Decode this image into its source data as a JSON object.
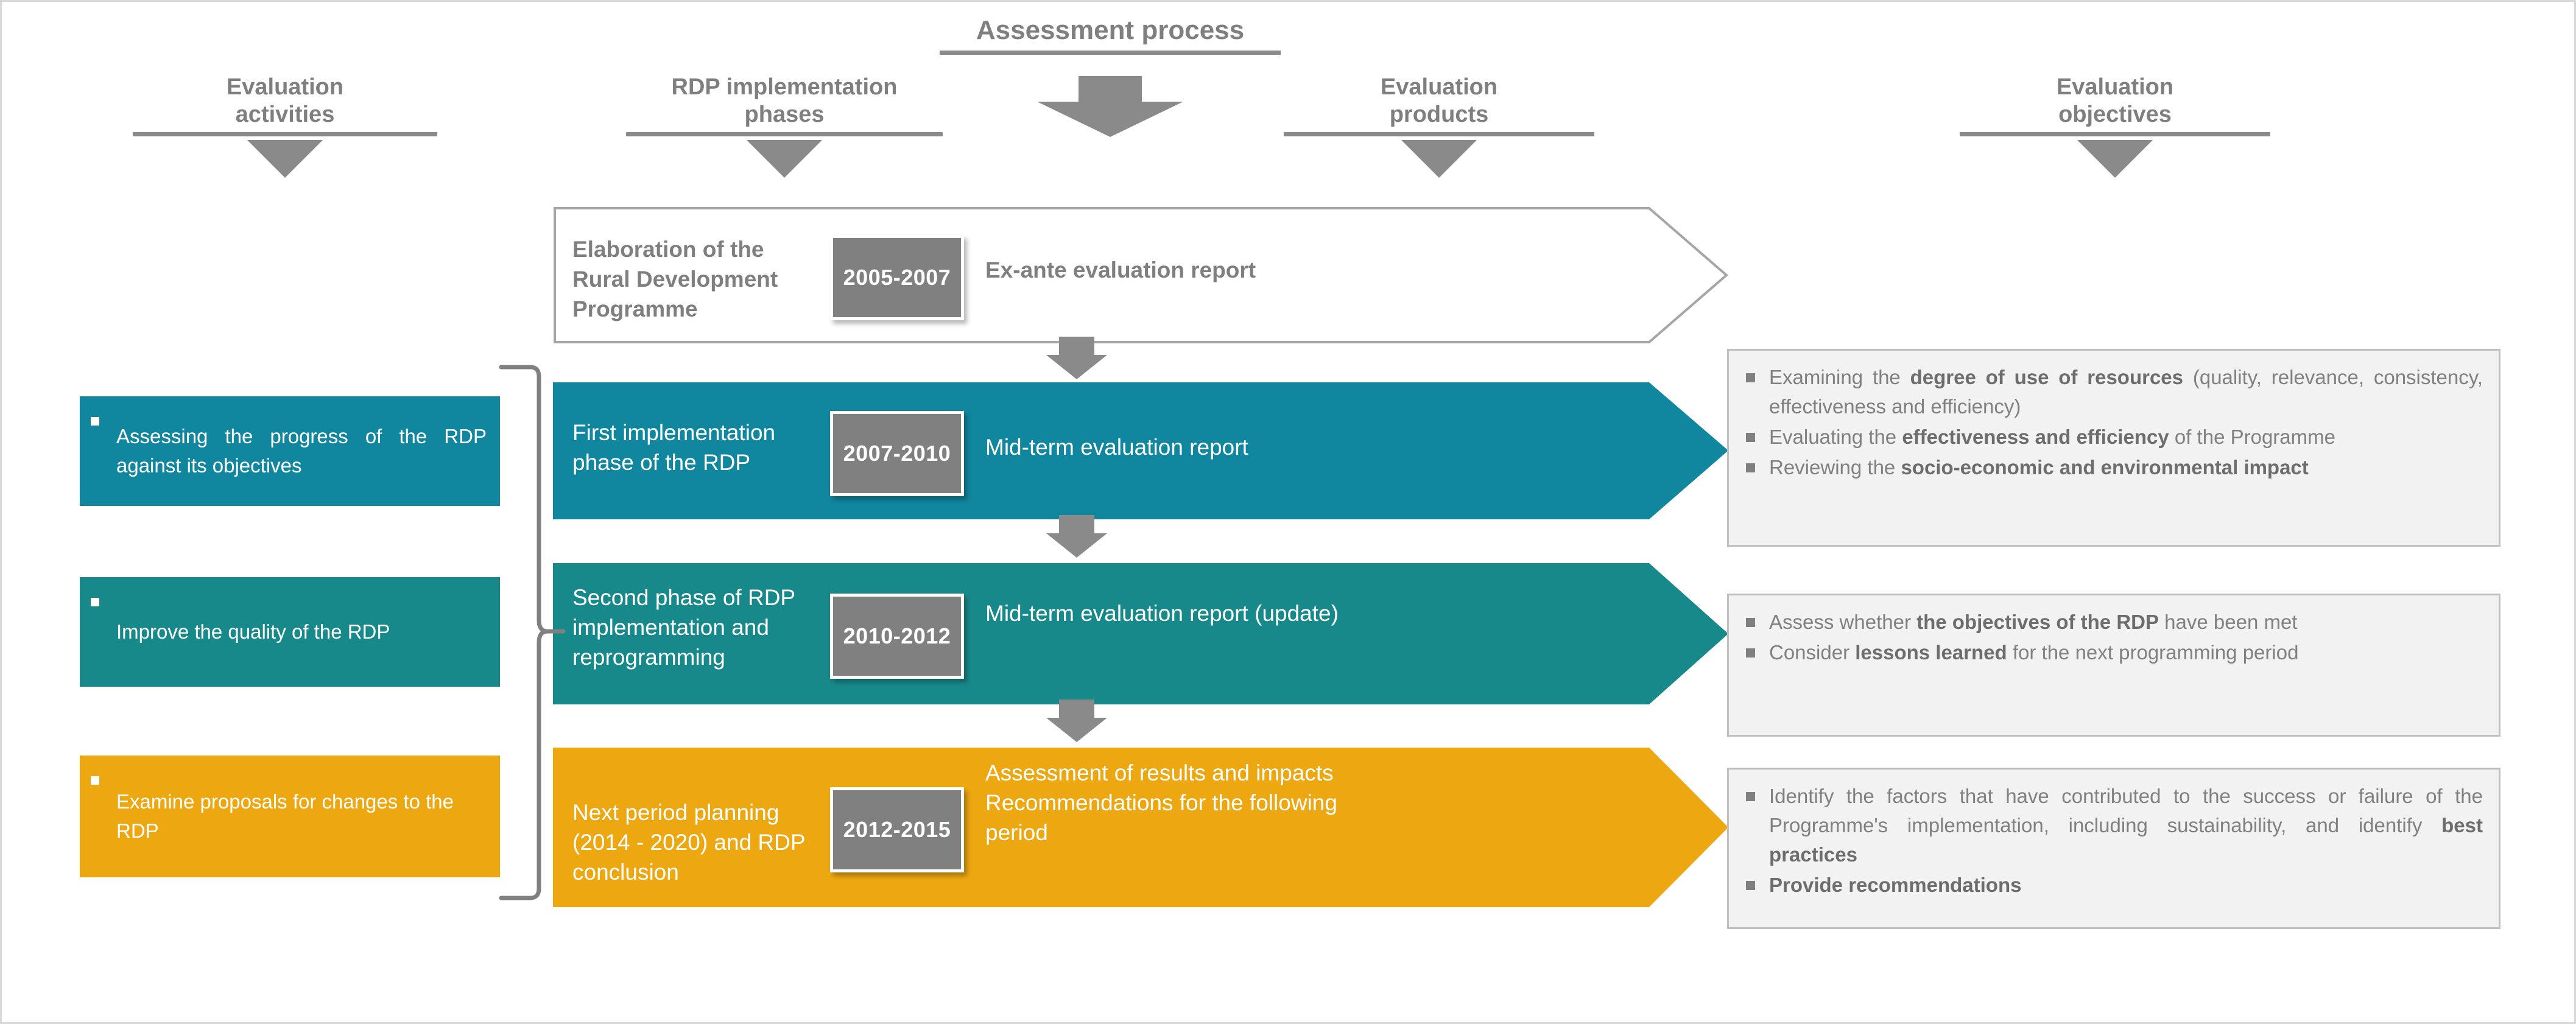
{
  "title": {
    "text": "Assessment process"
  },
  "columns": [
    {
      "id": "evaluation-activities",
      "line1": "Evaluation",
      "line2": "activities"
    },
    {
      "id": "rdp-implementation-phases",
      "line1": "RDP implementation",
      "line2": "phases"
    },
    {
      "id": "evaluation-products",
      "line1": "Evaluation",
      "line2": "products"
    },
    {
      "id": "evaluation-objectives",
      "line1": "Evaluation",
      "line2": "objectives"
    }
  ],
  "colors": {
    "grey": "#808080",
    "grey_rule": "#8a8a8a",
    "teal_blue": "#10869f",
    "teal_green": "#18898a",
    "orange": "#eda711",
    "box_fill": "#f2f2f2",
    "box_border": "#bfbfbf"
  },
  "rows": [
    {
      "id": "row-ex-ante",
      "phase": "Elaboration of the Rural Development Programme",
      "year": "2005-2007",
      "product": "Ex-ante evaluation report",
      "fill": "#ffffff",
      "text_color": "#7f7f7f"
    },
    {
      "id": "row-first-phase",
      "phase": "First implementation phase of the RDP",
      "year": "2007-2010",
      "product": "Mid-term evaluation report",
      "fill": "#10869f",
      "text_color": "#ffffff"
    },
    {
      "id": "row-second-phase",
      "phase": "Second phase of RDP implementation and reprogramming",
      "year": "2010-2012",
      "product": "Mid-term evaluation report (update)",
      "fill": "#18898a",
      "text_color": "#ffffff"
    },
    {
      "id": "row-next-period",
      "phase": "Next period planning (2014 - 2020) and RDP conclusion",
      "year": "2012-2015",
      "product": "Assessment of results and impacts\nRecommendations for the following period",
      "fill": "#eda711",
      "text_color": "#ffffff"
    }
  ],
  "activities": [
    {
      "id": "activity-progress",
      "text": "Assessing the progress of the RDP against its objectives",
      "fill": "#10869f"
    },
    {
      "id": "activity-quality",
      "text": "Improve the quality of the RDP",
      "fill": "#18898a"
    },
    {
      "id": "activity-changes",
      "text": "Examine proposals for changes to the RDP",
      "fill": "#eda711"
    }
  ],
  "objectives": [
    {
      "id": "objective-group-1",
      "items": [
        [
          {
            "t": "Examining the ",
            "b": false
          },
          {
            "t": "degree of use of resources",
            "b": true
          },
          {
            "t": " (quality, relevance, consistency, effectiveness and efficiency)",
            "b": false
          }
        ],
        [
          {
            "t": "Evaluating the ",
            "b": false
          },
          {
            "t": "effectiveness and efficiency",
            "b": true
          },
          {
            "t": " of the Programme",
            "b": false
          }
        ],
        [
          {
            "t": "Reviewing the ",
            "b": false
          },
          {
            "t": "socio-economic and environmental impact",
            "b": true
          }
        ]
      ]
    },
    {
      "id": "objective-group-2",
      "items": [
        [
          {
            "t": "Assess whether ",
            "b": false
          },
          {
            "t": "the objectives of the RDP",
            "b": true
          },
          {
            "t": " have been met",
            "b": false
          }
        ],
        [
          {
            "t": "Consider ",
            "b": false
          },
          {
            "t": "lessons learned",
            "b": true
          },
          {
            "t": " for the next programming period",
            "b": false
          }
        ]
      ]
    },
    {
      "id": "objective-group-3",
      "items": [
        [
          {
            "t": "Identify the factors that have contributed to the success or failure of the Programme's implementation, including sustainability, and identify ",
            "b": false
          },
          {
            "t": "best practices",
            "b": true
          }
        ],
        [
          {
            "t": "Provide recommendations",
            "b": true
          }
        ]
      ]
    }
  ]
}
